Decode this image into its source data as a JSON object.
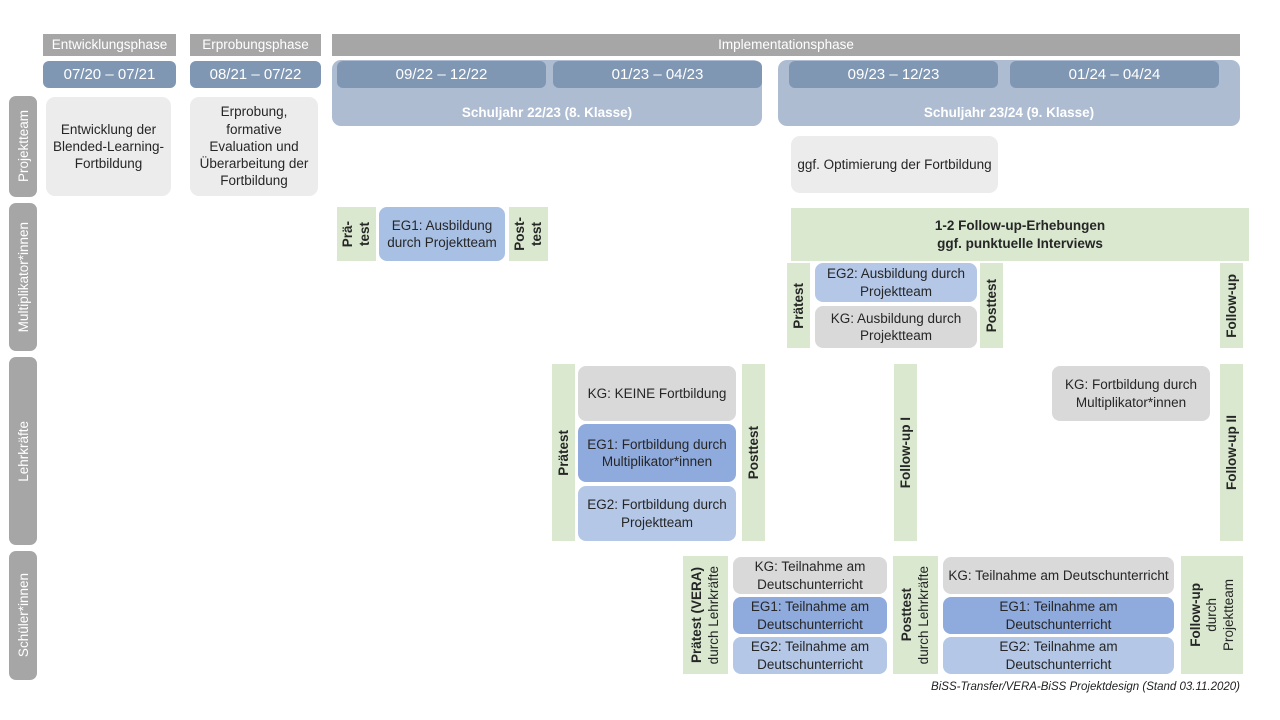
{
  "title": "BiSS-Transfer / VERA-BiSS Projektdesign",
  "colors": {
    "header_gray": "#a6a6a6",
    "date_blue": "#8097b3",
    "year_blue": "#aebcd2",
    "kg_gray": "#d9d9d9",
    "box_gray": "#ececec",
    "eg1_blue": "#8faadc",
    "eg2_blue": "#b4c7e7",
    "green": "#d9e8cf"
  },
  "phases": [
    {
      "label": "Entwicklungsphase"
    },
    {
      "label": "Erprobungsphase"
    },
    {
      "label": "Implementationsphase"
    }
  ],
  "date_bands": [
    {
      "label": "07/20 – 07/21"
    },
    {
      "label": "08/21 – 07/22"
    },
    {
      "label": "09/22 – 12/22"
    },
    {
      "label": "01/23 – 04/23"
    },
    {
      "label": "09/23 – 12/23"
    },
    {
      "label": "01/24 – 04/24"
    }
  ],
  "school_years": [
    {
      "label": "Schuljahr 22/23 (8. Klasse)"
    },
    {
      "label": "Schuljahr 23/24 (9. Klasse)"
    }
  ],
  "rows": [
    {
      "label": "Projektteam"
    },
    {
      "label": "Multiplikator*innen"
    },
    {
      "label": "Lehrkräfte"
    },
    {
      "label": "Schüler*innen"
    }
  ],
  "projektteam": {
    "entwicklung": "Entwicklung der Blended-Learning-Fortbildung",
    "erprobung": "Erprobung, formative Evaluation und Überarbeitung der Fortbildung",
    "optimierung": "ggf. Optimierung der Fortbildung"
  },
  "multiplikator": {
    "praetest_l1": "Prä-",
    "praetest_l2": "test",
    "eg1": "EG1: Ausbildung durch Projektteam",
    "posttest_l1": "Post-",
    "posttest_l2": "test",
    "followup_banner_l1": "1-2 Follow-up-Erhebungen",
    "followup_banner_l2": "ggf. punktuelle Interviews",
    "praetest2": "Prätest",
    "eg2": "EG2: Ausbildung durch Projektteam",
    "kg": "KG: Ausbildung durch Projektteam",
    "posttest2": "Posttest",
    "followup": "Follow-up"
  },
  "lehrkraefte": {
    "praetest": "Prätest",
    "kg": "KG:  KEINE Fortbildung",
    "eg1": "EG1: Fortbildung durch Multiplikator*innen",
    "eg2": "EG2: Fortbildung durch Projektteam",
    "posttest": "Posttest",
    "followup1": "Follow-up I",
    "kg_right": "KG: Fortbildung durch Multiplikator*innen",
    "followup2": "Follow-up II"
  },
  "schueler": {
    "praetest_main": "Prätest (VERA)",
    "praetest_sub": "durch Lehrkräfte",
    "kg_left": "KG: Teilnahme am Deutschunterricht",
    "eg1_left": "EG1: Teilnahme am Deutschunterricht",
    "eg2_left": "EG2: Teilnahme am Deutschunterricht",
    "posttest_main": "Posttest",
    "posttest_sub": "durch Lehrkräfte",
    "kg_right": "KG: Teilnahme am Deutschunterricht",
    "eg1_right": "EG1: Teilnahme am Deutschunterricht",
    "eg2_right": "EG2: Teilnahme am Deutschunterricht",
    "followup_main": "Follow-up",
    "followup_sub1": "durch",
    "followup_sub2": "Projektteam"
  },
  "footer": "BiSS-Transfer/VERA-BiSS Projektdesign (Stand 03.11.2020)"
}
